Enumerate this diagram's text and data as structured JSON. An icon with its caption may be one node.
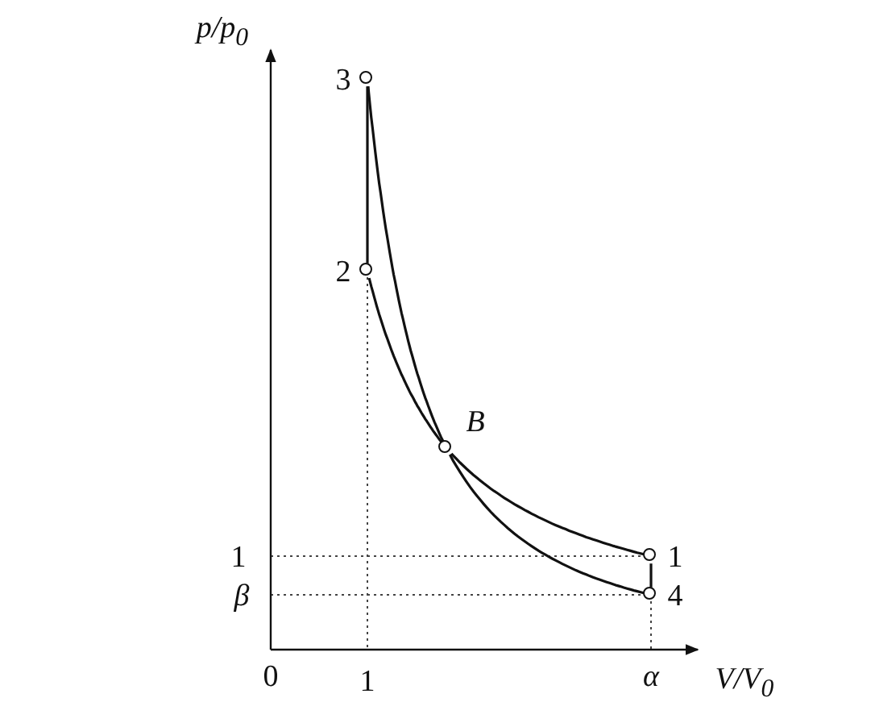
{
  "diagram": {
    "nodes": [
      {
        "text": [],
        "shape": "circle",
        "beside": [
          "3"
        ]
      },
      {
        "text": [],
        "shape": "circle",
        "beside": [
          "2"
        ]
      },
      {
        "text": [],
        "shape": "circle",
        "beside": [
          "B"
        ]
      },
      {
        "text": [],
        "shape": "circle",
        "beside": [
          "1"
        ]
      },
      {
        "text": [],
        "shape": "circle",
        "beside": [
          "4"
        ]
      }
    ],
    "edges": [
      {
        "from": 1,
        "to": 0,
        "arrow": "none"
      },
      {
        "from": 0,
        "to": 2,
        "arrow": "none"
      },
      {
        "from": 2,
        "to": 4,
        "arrow": "none"
      },
      {
        "from": 4,
        "to": 3,
        "arrow": "none"
      },
      {
        "from": 3,
        "to": 2,
        "arrow": "none"
      },
      {
        "from": 2,
        "to": 1,
        "arrow": "none"
      }
    ],
    "labels": [
      "p/p$_{0}$",
      "1",
      "β",
      "0",
      "1",
      "α",
      "V/V$_{0}$"
    ]
  }
}
